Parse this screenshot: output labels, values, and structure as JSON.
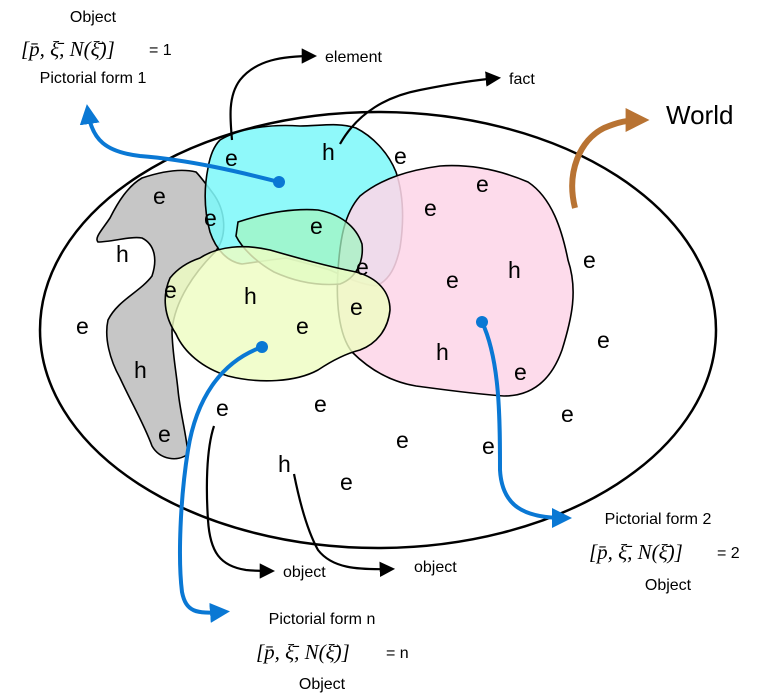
{
  "labels": {
    "object_top": "Object",
    "form1_eq": "[p̄, ξ̄, N(ξ̄)]",
    "form1_value": "= 1",
    "pictorial_form_1": "Pictorial form 1",
    "element": "element",
    "fact": "fact",
    "world": "World",
    "pictorial_form_2": "Pictorial form 2",
    "form2_eq": "[p̄, ξ̄, N(ξ̄)]",
    "form2_value": "= 2",
    "object_form2": "Object",
    "object_a": "object",
    "object_b": "object",
    "pictorial_form_n": "Pictorial form n",
    "formn_eq": "[p̄, ξ̄, N(ξ̄)]",
    "formn_value": "= n",
    "object_formn": "Object"
  },
  "letters": [
    "e",
    "h"
  ],
  "colors": {
    "cyan_region": "#7ff8f9",
    "green_region": "#a3f4c2",
    "yellow_region": "#eefcc2",
    "pink_region": "#fdd6e8",
    "gray_region": "#c6c6c6",
    "blue_arrow": "#0a78d4",
    "brown_arrow": "#b87333"
  }
}
